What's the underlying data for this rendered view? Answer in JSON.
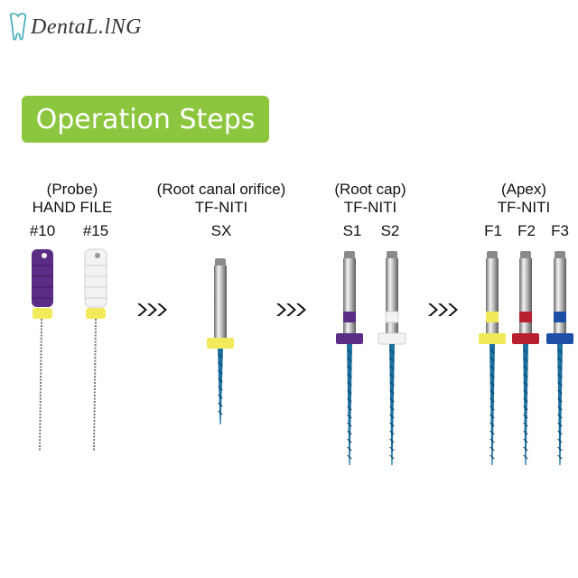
{
  "brand": {
    "logo_text": "DentaL.lNG"
  },
  "banner": {
    "title": "Operation Steps",
    "color": "#8cc63f"
  },
  "steps": [
    {
      "note": "(Probe)",
      "line1": "HAND FILE",
      "codes": [
        "#10",
        "#15"
      ]
    },
    {
      "note": "(Root canal orifice)",
      "line1": "TF-NITI",
      "codes": [
        "SX"
      ]
    },
    {
      "note": "(Root cap)",
      "line1": "TF-NITI",
      "codes": [
        "S1",
        "S2"
      ]
    },
    {
      "note": "(Apex)",
      "line1": "TF-NITI",
      "codes": [
        "F1",
        "F2",
        "F3"
      ]
    }
  ],
  "colors": {
    "purple": "#5b2d86",
    "white": "#f3f3f3",
    "yellow": "#f3ea5b",
    "red": "#b81f2f",
    "blue": "#1e4fa6",
    "file_blue": "#1a6fa0"
  },
  "arrows": {
    "glyph": "›››"
  }
}
